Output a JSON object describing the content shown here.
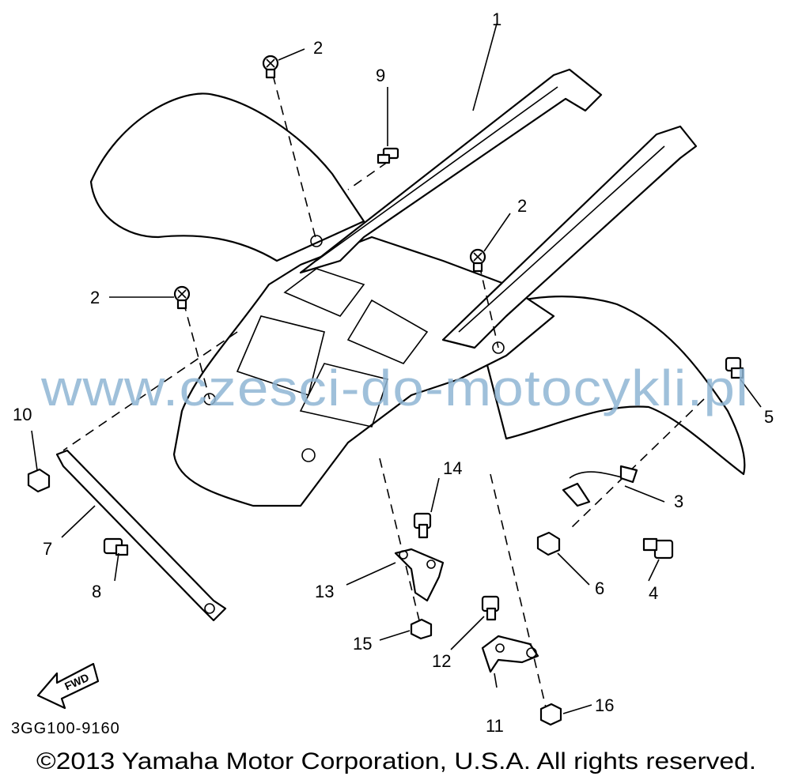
{
  "callouts": {
    "c1": "1",
    "c2a": "2",
    "c2b": "2",
    "c2c": "2",
    "c3": "3",
    "c4": "4",
    "c5": "5",
    "c6": "6",
    "c7": "7",
    "c8": "8",
    "c9": "9",
    "c10": "10",
    "c11": "11",
    "c12": "12",
    "c13": "13",
    "c14": "14",
    "c15": "15",
    "c16": "16"
  },
  "fwd_label": "FWD",
  "diagram_code": "3GG100-9160",
  "watermark": "www.czesci-do-motocykli.pl",
  "copyright": "©2013 Yamaha Motor Corporation, U.S.A. All rights reserved."
}
